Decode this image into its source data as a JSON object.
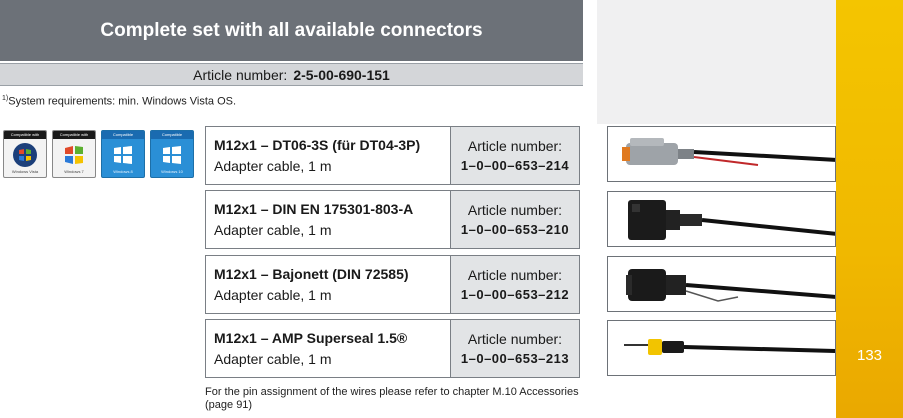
{
  "header": {
    "title": "Complete set with all available connectors",
    "article_label": "Article number:",
    "article_number": "2-5-00-690-151"
  },
  "system_requirements": {
    "marker": "1)",
    "text": "System requirements: min. Windows Vista OS."
  },
  "badges": [
    {
      "top": "Compatible with",
      "label": "Windows Vista"
    },
    {
      "top": "Compatible with",
      "label": "Windows 7"
    },
    {
      "top": "Compatible",
      "label": "Windows 8"
    },
    {
      "top": "Compatible",
      "label": "Windows 10"
    }
  ],
  "products": [
    {
      "name": "M12x1 – DT06-3S (für DT04-3P)",
      "sub": "Adapter cable, 1 m",
      "article_label": "Article number:",
      "article_number": "1–0–00–653–214"
    },
    {
      "name": "M12x1 – DIN EN 175301-803-A",
      "sub": "Adapter cable, 1 m",
      "article_label": "Article number:",
      "article_number": "1–0–00–653–210"
    },
    {
      "name": "M12x1 – Bajonett (DIN 72585)",
      "sub": "Adapter cable, 1 m",
      "article_label": "Article number:",
      "article_number": "1–0–00–653–212"
    },
    {
      "name": "M12x1 – AMP Superseal 1.5®",
      "sub": "Adapter cable, 1 m",
      "article_label": "Article number:",
      "article_number": "1–0–00–653–213"
    }
  ],
  "footnote": "For the pin assignment of the wires please refer to chapter M.10 Accessories (page 91)",
  "page_number": "133",
  "colors": {
    "title_bar": "#6c7178",
    "accent_yellow": "#f4c500"
  }
}
